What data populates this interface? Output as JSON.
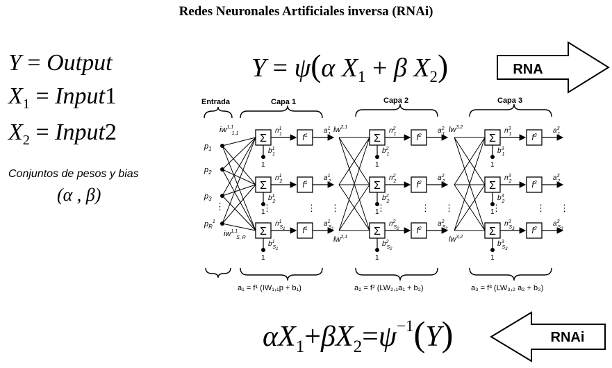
{
  "title": "Redes Neuronales Artificiales  inversa (RNAi)",
  "definitions": {
    "y_sym": "Y",
    "y_val": "Output",
    "x1_sym": "X",
    "x1_sub": "1",
    "x1_val": "Input",
    "x1_num": "1",
    "x2_sym": "X",
    "x2_sub": "2",
    "x2_val": "Input",
    "x2_num": "2",
    "caption": "Conjuntos de pesos y bias",
    "params": "(α , β)"
  },
  "forward_equation": {
    "lhs": "Y",
    "fn": "ψ",
    "a": "α",
    "x1": "X",
    "x1_sub": "1",
    "b": "β",
    "x2": "X",
    "x2_sub": "2",
    "arrow_label": "RNA"
  },
  "inverse_equation": {
    "a": "α",
    "x1": "X",
    "x1_sub": "1",
    "b": "β",
    "x2": "X",
    "x2_sub": "2",
    "fn": "ψ",
    "exp": "−1",
    "arg": "Y",
    "arrow_label": "RNAi"
  },
  "network": {
    "headers": {
      "input": "Entrada",
      "layer1": "Capa 1",
      "layer2": "Capa 2",
      "layer3": "Capa 3"
    },
    "inputs": [
      "p",
      "p",
      "p",
      "p"
    ],
    "input_subs": [
      "1",
      "2",
      "3",
      "R"
    ],
    "input_sup": "1",
    "weights": {
      "iw": "iw",
      "iw_sup1": "1,1",
      "iw_sub1": "1,1",
      "iw_sub2": "S, R",
      "lw21": "lw",
      "lw21_sup": "2,1",
      "lw32": "lw",
      "lw32_sup": "3,2"
    },
    "sum_symbol": "Σ",
    "layers": [
      {
        "f": "f",
        "f_sup": "1",
        "n": "n",
        "a": "a",
        "b": "b",
        "sup": "1",
        "last_sub": "S",
        "last_sub_n": "1"
      },
      {
        "f": "f",
        "f_sup": "2",
        "n": "n",
        "a": "a",
        "b": "b",
        "sup": "2",
        "last_sub": "S",
        "last_sub_n": "2"
      },
      {
        "f": "f",
        "f_sup": "3",
        "n": "n",
        "a": "a",
        "b": "b",
        "sup": "3",
        "last_sub": "S",
        "last_sub_n": "3"
      }
    ],
    "bias_one": "1",
    "ellipsis": "⋮",
    "formulas": [
      "a₁ = f¹ (IW₁,₁p + b₁)",
      "a₂ = f² (LW₂,₁a₁ + b₂)",
      "a₃ = f³ (LW₃,₂ a₂ + b₃)"
    ]
  }
}
